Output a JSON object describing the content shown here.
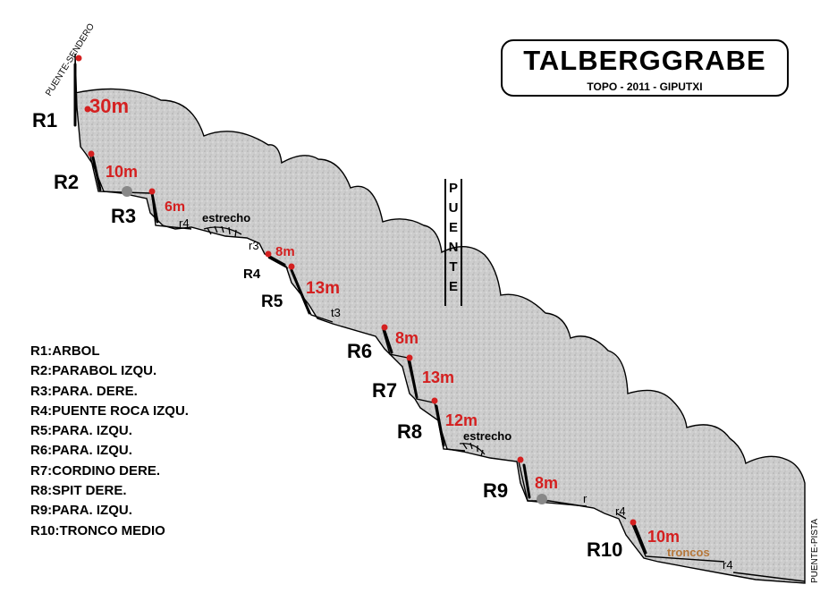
{
  "title": "TALBERGGRABE",
  "subtitle": "TOPO - 2011 - GIPUTXI",
  "vertical_label": "PUENTE",
  "side_labels": {
    "start": "PUENTE-SENDERO",
    "end": "PUENTE-PISTA"
  },
  "colors": {
    "rock": "#c9c9c9",
    "anchor": "#d42020",
    "length_text": "#d42020",
    "troncos_text": "#b5773a",
    "line": "#000000",
    "pool": "#888888"
  },
  "rappels": [
    {
      "id": "R1",
      "length": "30m"
    },
    {
      "id": "R2",
      "length": "10m"
    },
    {
      "id": "R3",
      "length": "6m"
    },
    {
      "id": "R4",
      "length": "8m"
    },
    {
      "id": "R5",
      "length": "13m"
    },
    {
      "id": "R6",
      "length": "8m"
    },
    {
      "id": "R7",
      "length": "13m"
    },
    {
      "id": "R8",
      "length": "12m"
    },
    {
      "id": "R9",
      "length": "8m"
    },
    {
      "id": "R10",
      "length": "10m"
    }
  ],
  "small_labels": {
    "r4_a": "r4",
    "r3": "r3",
    "t3": "t3",
    "r": "r",
    "r4_b": "r4",
    "r4_c": "r4",
    "estrecho_1": "estrecho",
    "estrecho_2": "estrecho",
    "troncos": "troncos"
  },
  "legend": [
    "R1:ARBOL",
    "R2:PARABOL IZQU.",
    "R3:PARA. DERE.",
    "R4:PUENTE ROCA IZQU.",
    "R5:PARA. IZQU.",
    "R6:PARA. IZQU.",
    "R7:CORDINO DERE.",
    "R8:SPIT DERE.",
    "R9:PARA. IZQU.",
    "R10:TRONCO MEDIO"
  ]
}
